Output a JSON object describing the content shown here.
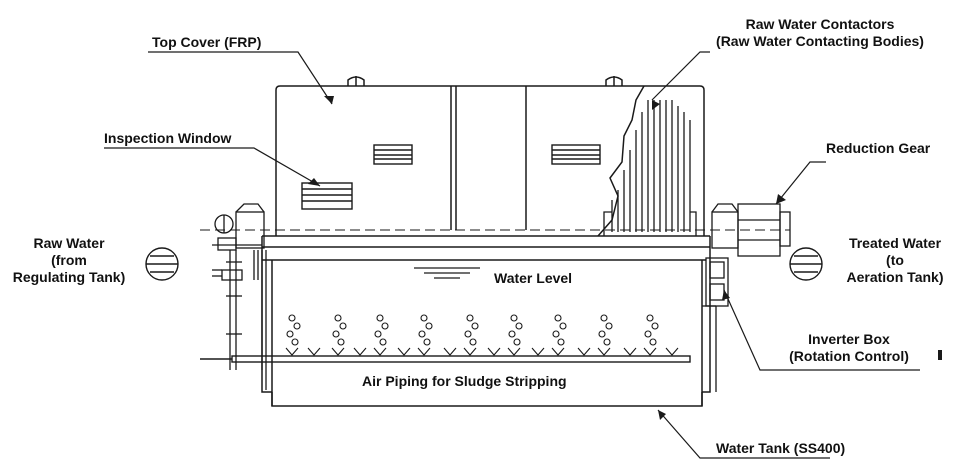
{
  "labels": {
    "top_cover": "Top Cover (FRP)",
    "raw_water_contactors_1": "Raw Water Contactors",
    "raw_water_contactors_2": "(Raw Water Contacting Bodies)",
    "inspection_window": "Inspection Window",
    "reduction_gear": "Reduction Gear",
    "raw_water_1": "Raw Water",
    "raw_water_2": "(from",
    "raw_water_3": "Regulating Tank)",
    "treated_water_1": "Treated Water",
    "treated_water_2": "(to",
    "treated_water_3": "Aeration Tank)",
    "water_level": "Water Level",
    "inverter_box_1": "Inverter Box",
    "inverter_box_2": "(Rotation Control)",
    "air_piping": "Air Piping for Sludge Stripping",
    "water_tank": "Water Tank (SS400)"
  },
  "colors": {
    "line": "#1a1a1a",
    "text": "#111111"
  }
}
